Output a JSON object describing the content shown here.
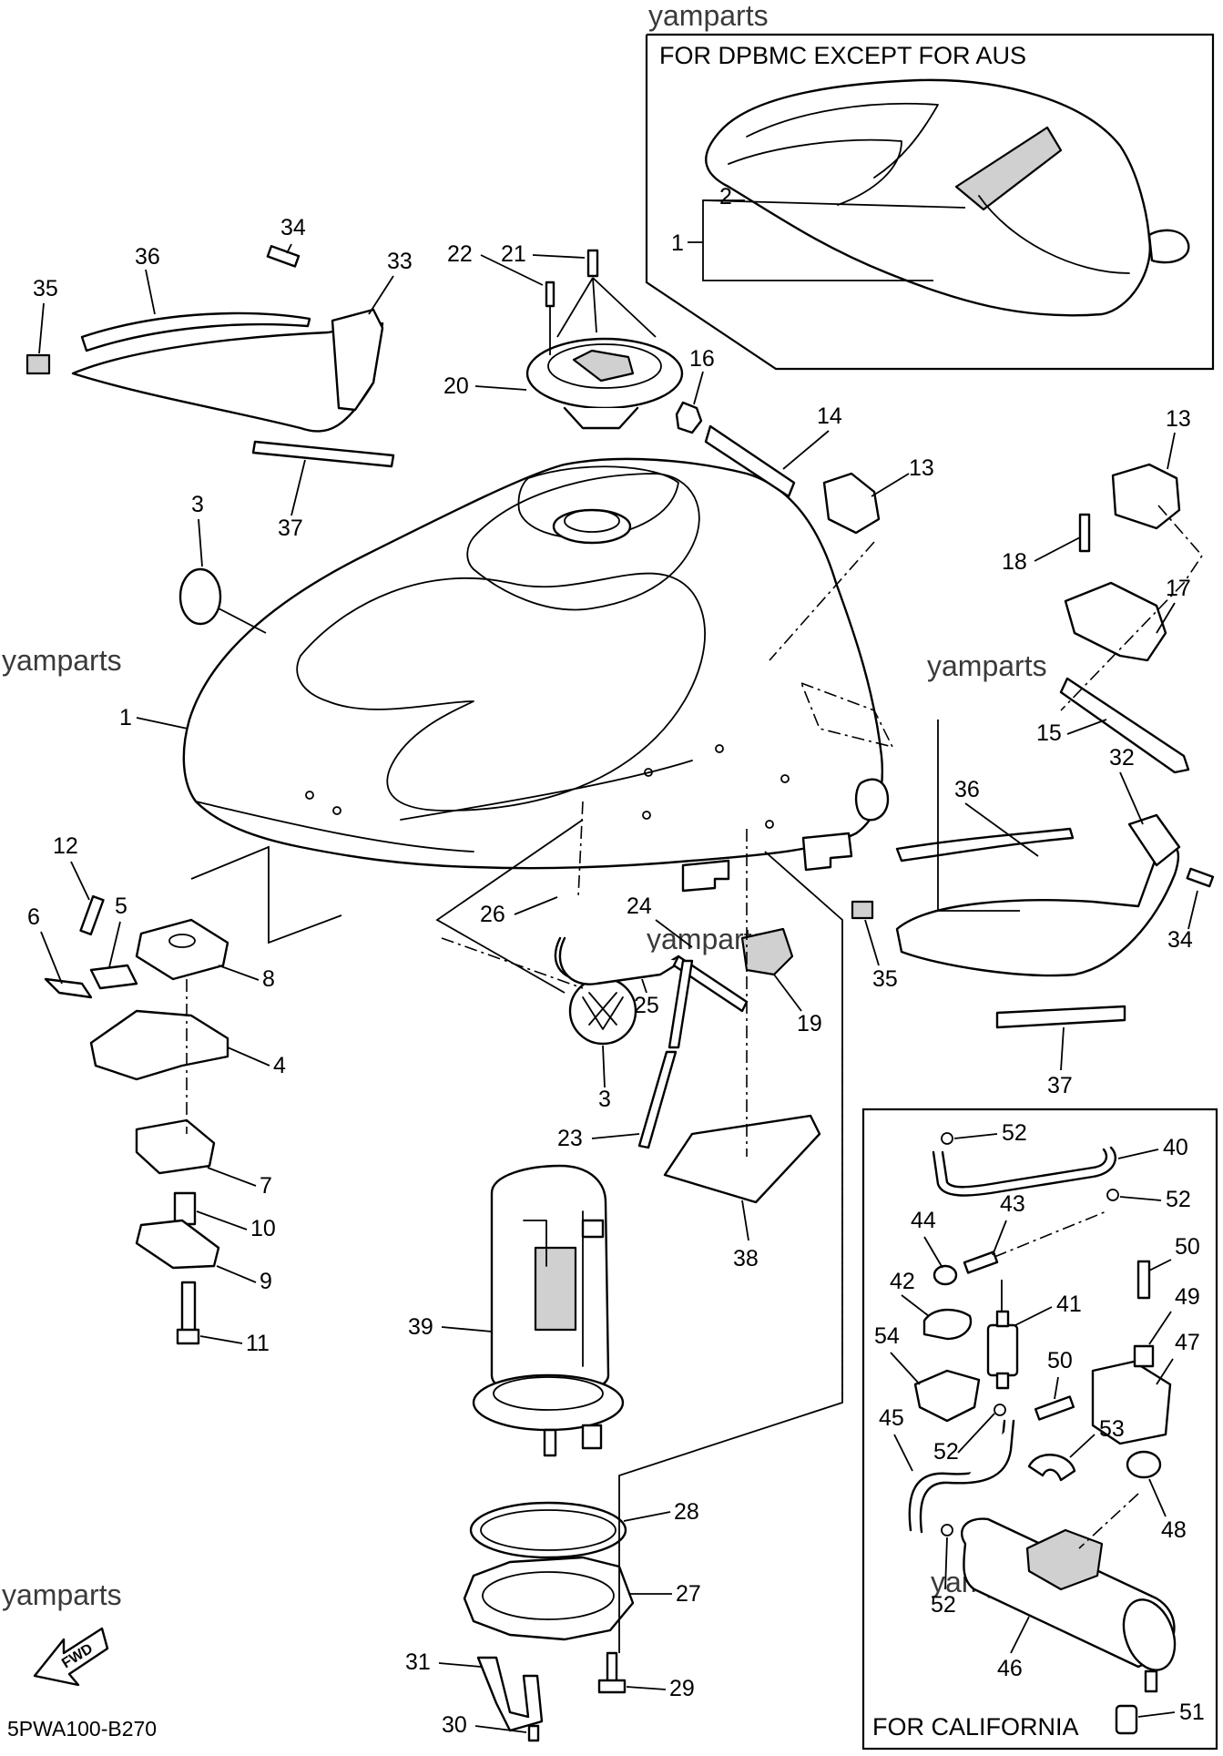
{
  "watermark": "yamparts",
  "diagram_code": "5PWA100-B270",
  "fwd_badge": "FWD",
  "inset_boxes": {
    "top_title": "FOR DPBMC EXCEPT FOR AUS",
    "bottom_title": "FOR CALIFORNIA"
  },
  "callouts": {
    "n1": "1",
    "n2": "2",
    "n3": "3",
    "n4": "4",
    "n5": "5",
    "n6": "6",
    "n7": "7",
    "n8": "8",
    "n9": "9",
    "n10": "10",
    "n11": "11",
    "n12": "12",
    "n13": "13",
    "n14": "14",
    "n15": "15",
    "n16": "16",
    "n17": "17",
    "n18": "18",
    "n19": "19",
    "n20": "20",
    "n21": "21",
    "n22": "22",
    "n23": "23",
    "n24": "24",
    "n25": "25",
    "n26": "26",
    "n27": "27",
    "n28": "28",
    "n29": "29",
    "n30": "30",
    "n31": "31",
    "n32": "32",
    "n33": "33",
    "n34": "34",
    "n35": "35",
    "n36": "36",
    "n37": "37",
    "n38": "38",
    "n39": "39",
    "n40": "40",
    "n41": "41",
    "n42": "42",
    "n43": "43",
    "n44": "44",
    "n45": "45",
    "n46": "46",
    "n47": "47",
    "n48": "48",
    "n49": "49",
    "n50": "50",
    "n51": "51",
    "n52": "52",
    "n53": "53",
    "n54": "54"
  }
}
